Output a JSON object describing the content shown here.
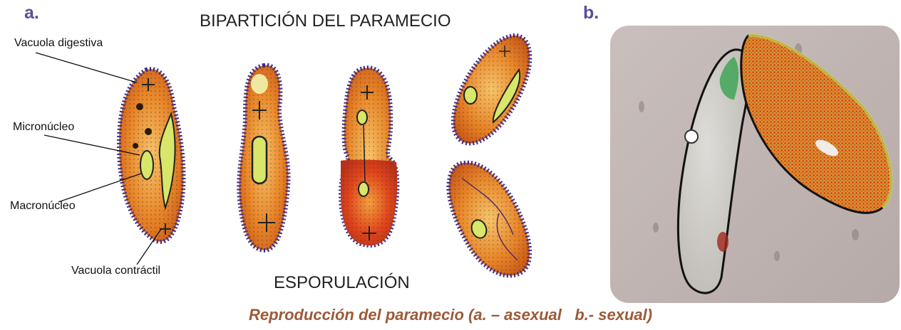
{
  "panel_a": {
    "letter": "a.",
    "title": "BIPARTICIÓN DEL PARAMECIO",
    "subtitle": "ESPORULACIÓN",
    "labels": {
      "vacuola_digestiva": "Vacuola digestiva",
      "micronucleo": "Micronúcleo",
      "macronucleo": "Macronúcleo",
      "vacuola_contractil": "Vacuola contráctil"
    }
  },
  "panel_b": {
    "letter": "b."
  },
  "caption": "Reproducción del paramecio (a. – asexual   b.- sexual)",
  "colors": {
    "panel_letter": "#5a4e9c",
    "caption": "#9c5a38",
    "cell_fill": "#e8862a",
    "cilia": "#3a2a8c",
    "nucleus": "#d8e66a"
  }
}
